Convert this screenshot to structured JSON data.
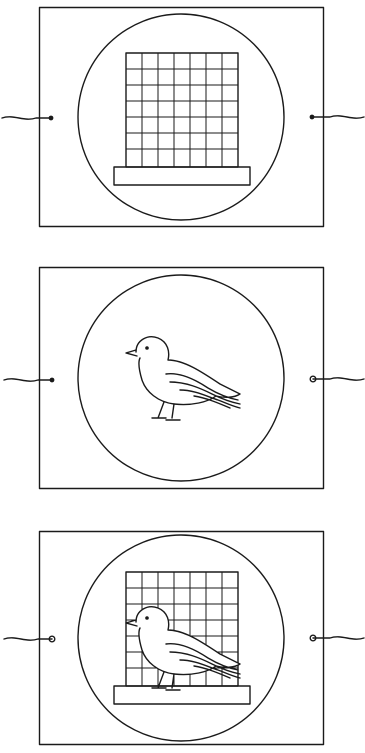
{
  "figure": {
    "panels": [
      {
        "id": "panel-cage",
        "content": "cage-icon"
      },
      {
        "id": "panel-bird",
        "content": "bird-icon"
      },
      {
        "id": "panel-bird-in-cage",
        "content": "bird-in-cage-icon"
      }
    ],
    "colors": {
      "ink": "#1a1a1a",
      "paper": "#ffffff"
    }
  }
}
